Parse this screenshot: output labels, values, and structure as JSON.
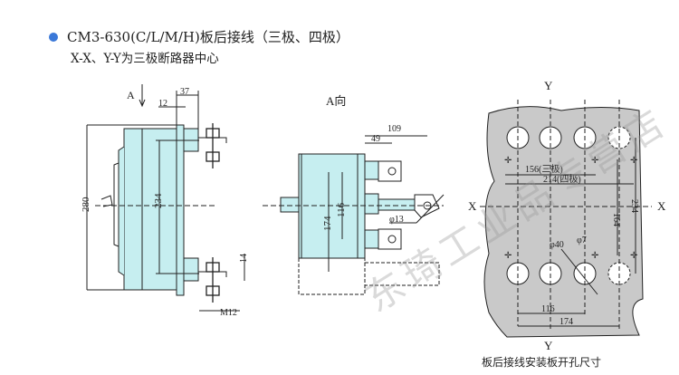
{
  "header": {
    "title": "CM3-630(C/L/M/H)板后接线（三极、四极）",
    "subtitle": "X-X、Y-Y为三极断路器中心"
  },
  "side_view": {
    "arrow_label": "A",
    "dims": [
      "37",
      "12",
      "280",
      "234",
      "14",
      "M12"
    ]
  },
  "a_view": {
    "title": "A向",
    "dims": [
      "109",
      "49",
      "174",
      "116",
      "φ13"
    ]
  },
  "panel_cutout": {
    "caption": "板后接线安装板开孔尺寸",
    "axis_y": "Y",
    "axis_x": "X",
    "dims": [
      "156(三极)",
      "214(四极)",
      "164",
      "234",
      "φ40",
      "φ7",
      "116",
      "174"
    ]
  },
  "colors": {
    "body": "#c6eef0",
    "panel": "#c9c9c9",
    "bullet": "#3a78d8"
  },
  "watermark": "东琦工业品专营店"
}
